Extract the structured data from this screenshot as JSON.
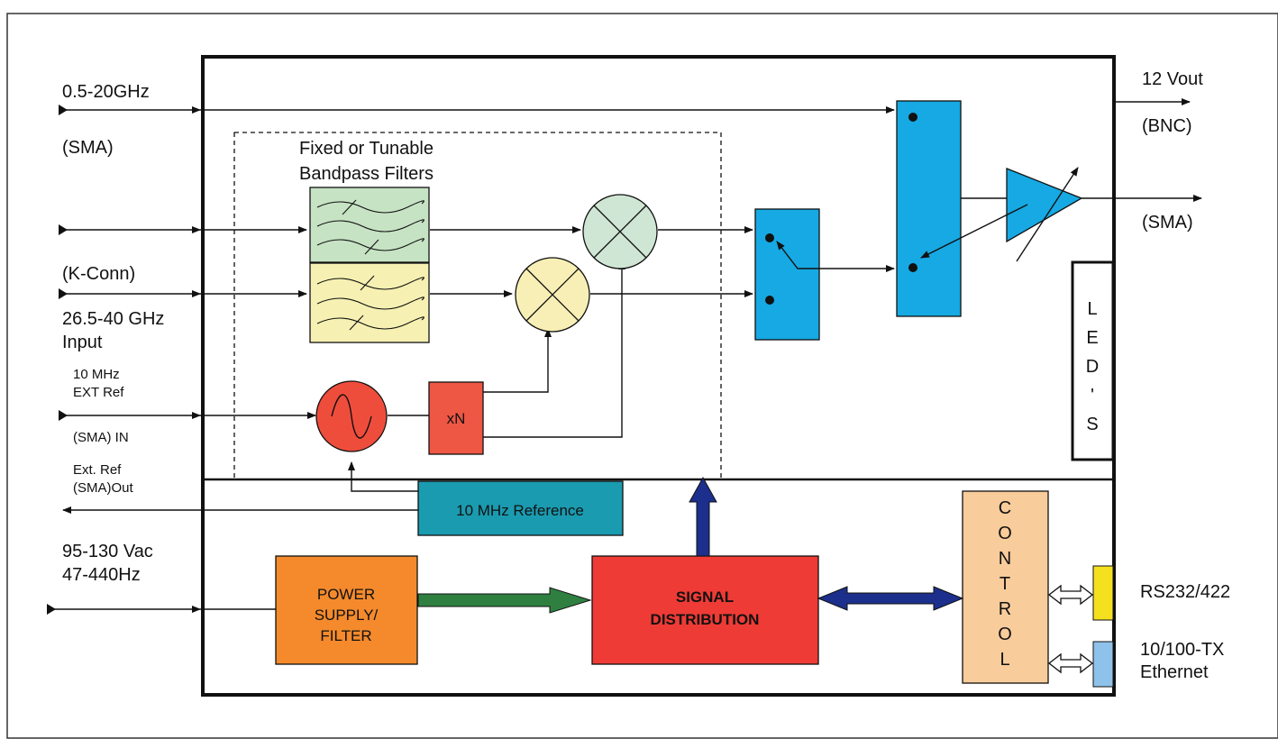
{
  "diagram": {
    "inputs": {
      "rf_band_1": "0.5-20GHz",
      "rf_connector_1": "(SMA)",
      "k_conn": "(K-Conn)",
      "rf_band_2": "26.5-40 GHz",
      "input": "Input",
      "ext_ref_1": "10 MHz",
      "ext_ref_2": "EXT Ref",
      "ext_ref_in": "(SMA) IN",
      "ext_ref_out_1": "Ext. Ref",
      "ext_ref_out_2": "(SMA)Out",
      "ac_1": "95-130 Vac",
      "ac_2": "47-440Hz"
    },
    "outputs": {
      "vout": "12 Vout",
      "bnc": "(BNC)",
      "rf_out": "(SMA)",
      "rs232": "RS232/422",
      "eth_1": "10/100-TX",
      "eth_2": "Ethernet"
    },
    "blocks": {
      "filters_1": "Fixed or Tunable",
      "filters_2": "Bandpass Filters",
      "multiplier": "xN",
      "reference": "10 MHz Reference",
      "psu_1": "POWER",
      "psu_2": "SUPPLY/",
      "psu_3": "FILTER",
      "sig_1": "SIGNAL",
      "sig_2": "DISTRIBUTION",
      "control": [
        "C",
        "O",
        "N",
        "T",
        "R",
        "O",
        "L"
      ],
      "leds": [
        "L",
        "E",
        "D",
        "'",
        "S"
      ]
    },
    "colors": {
      "switch_blue": "#16a9e3",
      "filter_green": "#c6e3c4",
      "filter_yellow": "#f6f0b2",
      "mixer_green": "#cfe6d4",
      "mixer_yellow": "#f7efb5",
      "oscillator_red": "#ef4d3c",
      "multiplier_red": "#ee5744",
      "reference_teal": "#1a9bb0",
      "psu_orange": "#f48a2c",
      "signal_red": "#ef3b35",
      "control_tan": "#f8cc9b",
      "rs232_yellow": "#f4e01f",
      "ethernet_blue": "#8ec2ea",
      "navy_arrow": "#1c2f8c",
      "green_arrow": "#2f8040"
    }
  }
}
